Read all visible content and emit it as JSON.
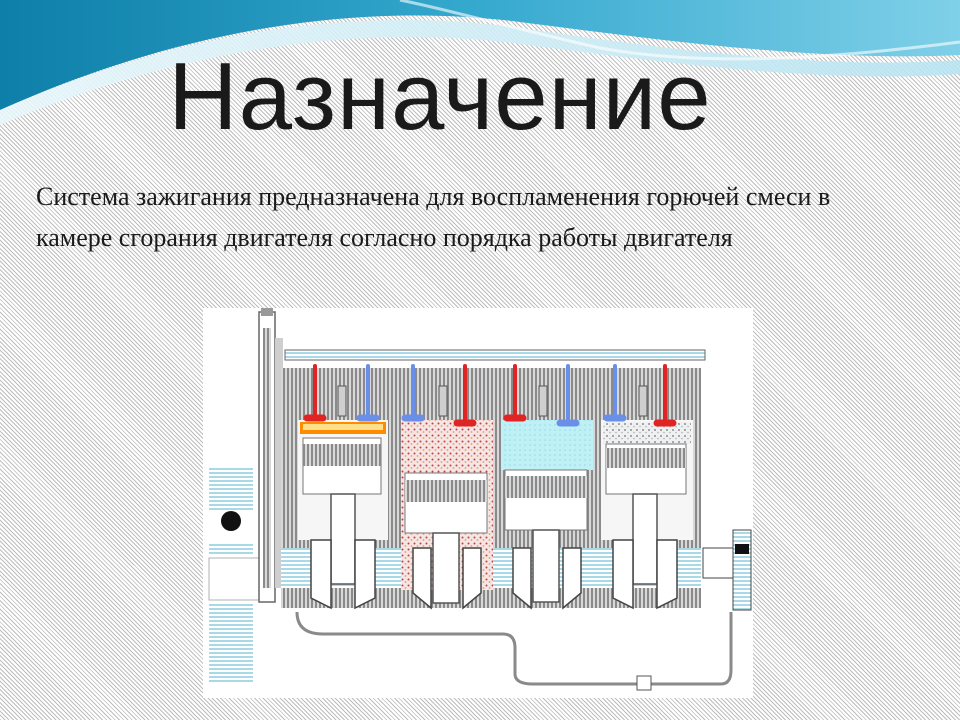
{
  "slide": {
    "title": "Назначение",
    "body": "Система зажигания предназначена для воспламенения горючей смеси в камере сгорания двигателя согласно порядка работы двигателя"
  },
  "figure": {
    "subject": "engine-cross-section",
    "colors": {
      "intake_valve": "#6a8fe8",
      "exhaust_valve": "#e02424",
      "block": "#8a8a8a",
      "coolant": "#a9d8e6",
      "compressed_mix": "#b9ecf2",
      "ignition_flash": "#ff8c00",
      "slide_accent": "#2a9bc4"
    }
  }
}
